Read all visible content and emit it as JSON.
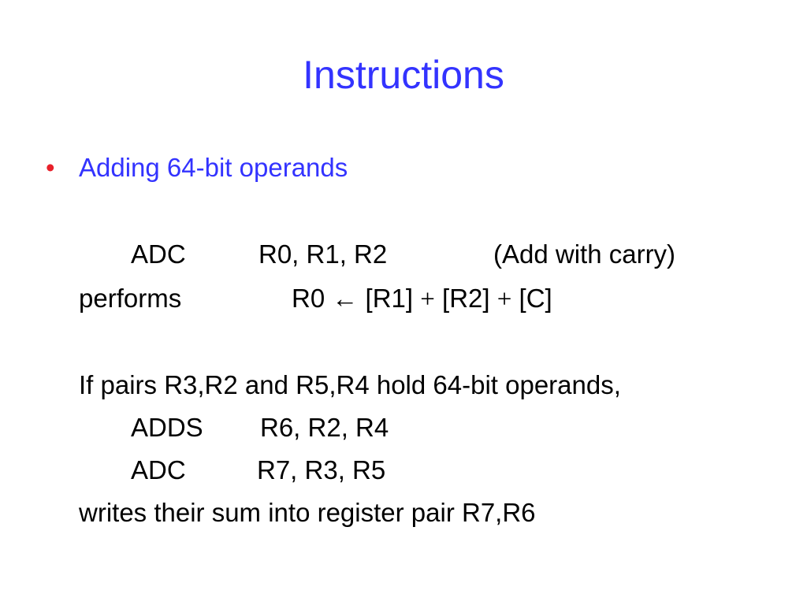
{
  "title": "Instructions",
  "bullet": {
    "marker": "•",
    "text": "Adding 64-bit operands"
  },
  "block1": {
    "adc_mnemonic": "ADC",
    "adc_operands": "R0, R1, R2",
    "adc_comment": "(Add with carry)",
    "performs_label": "performs",
    "expr": {
      "dest": "R0",
      "arrow": "←",
      "op1": "[R1]",
      "plus1": "+",
      "op2": "[R2]",
      "plus2": "+",
      "carry": "[C]"
    }
  },
  "block2": {
    "intro": "If pairs R3,R2 and R5,R4 hold 64-bit operands,",
    "adds_mnemonic": "ADDS",
    "adds_operands": "R6, R2, R4",
    "adc_mnemonic": "ADC",
    "adc_operands": "R7, R3, R5",
    "result": "writes their sum into register pair R7,R6"
  },
  "colors": {
    "title": "#3333ff",
    "bullet_text": "#3333ff",
    "bullet_marker": "#e8202a",
    "body_text": "#000000",
    "background": "#ffffff"
  }
}
